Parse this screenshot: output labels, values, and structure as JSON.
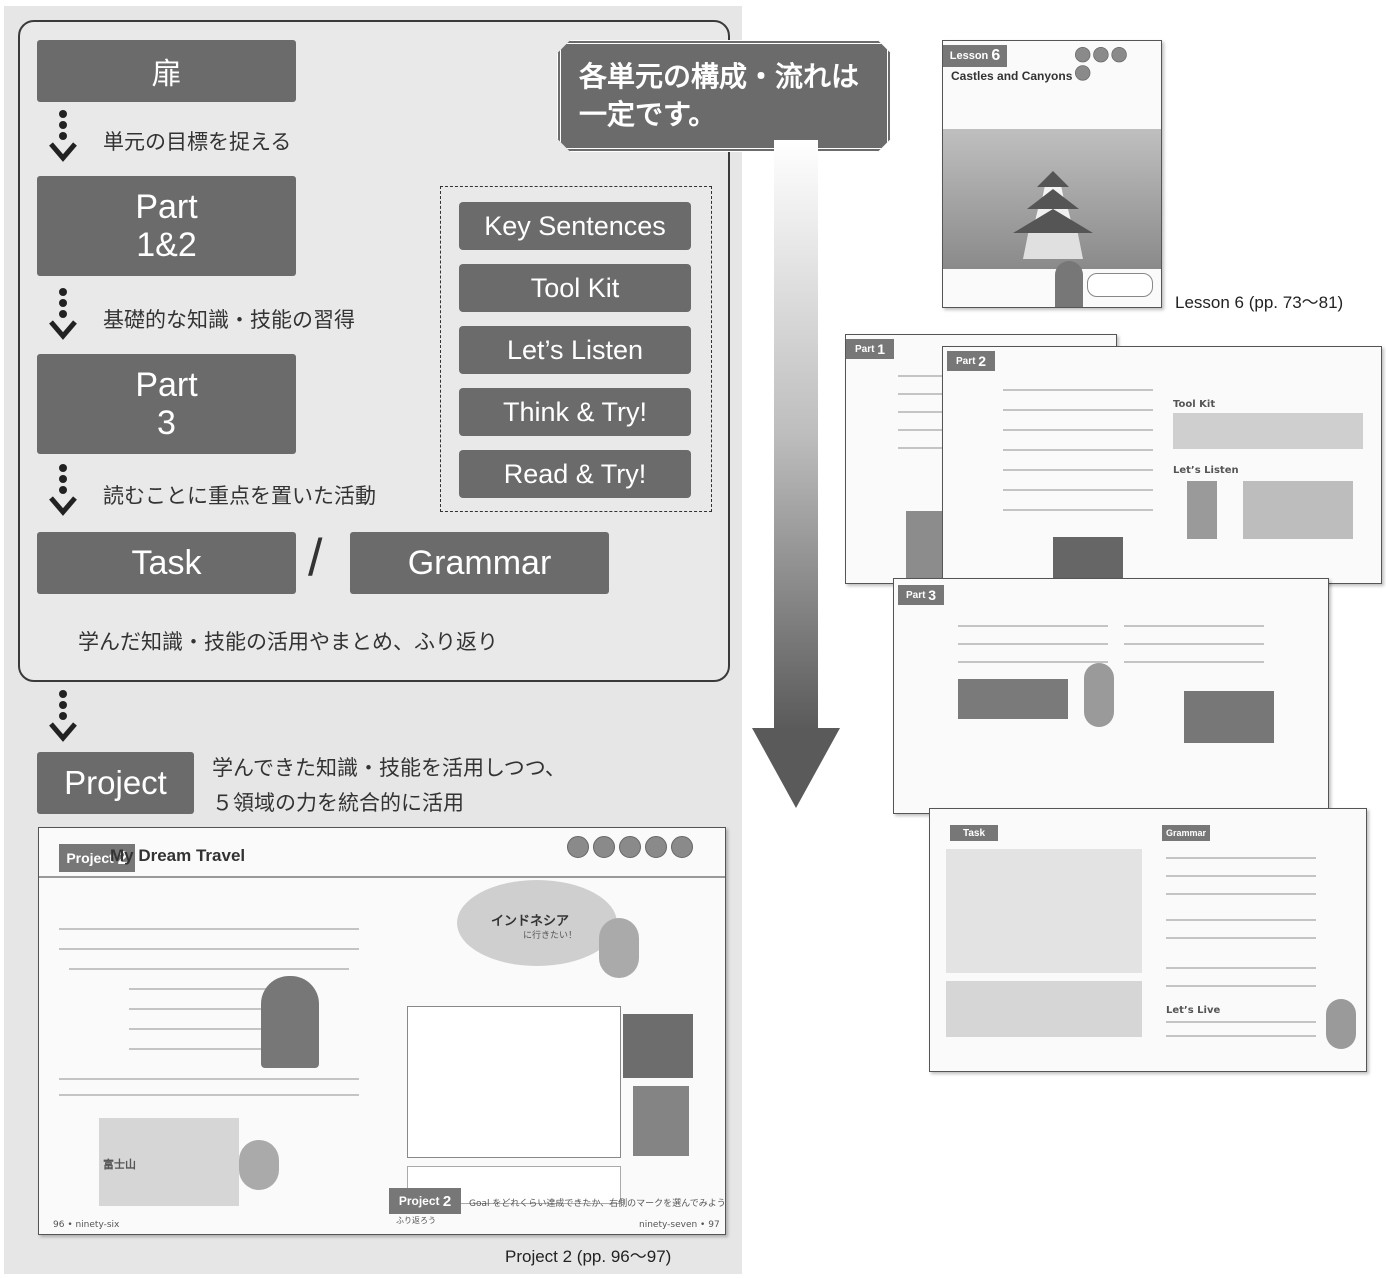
{
  "flow": {
    "tobira": "扉",
    "step1_caption": "単元の目標を捉える",
    "part12": "Part\n1&2",
    "step2_caption": "基礎的な知識・技能の習得",
    "part3": "Part\n3",
    "step3_caption": "読むことに重点を置いた活動",
    "task": "Task",
    "slash": "/",
    "grammar": "Grammar",
    "summary_caption": "学んだ知識・技能の活用やまとめ、ふり返り"
  },
  "activities": [
    "Key Sentences",
    "Tool Kit",
    "Let’s Listen",
    "Think & Try!",
    "Read & Try!"
  ],
  "callout": "各単元の構成・流れは\n一定です。",
  "project": {
    "label": "Project",
    "caption_line1": "学んできた知識・技能を活用しつつ、",
    "caption_line2": "５領域の力を統合的に活用",
    "page_label": "Project 2 (pp. 96〜97)",
    "thumb_tab": "Project",
    "thumb_num": "2",
    "thumb_title": "My Dream Travel",
    "bubble_text": "インドネシア",
    "bubble_sub": "に行きたい！",
    "footer_tab": "Project",
    "footer_num": "2",
    "footer_sub": "ふり返ろう",
    "footer_goal": "Goal をどれくらい達成できたか、右側のマークを選んでみよう。",
    "place_label": "富士山",
    "page_left": "96 • ninety-six",
    "page_right": "ninety-seven • 97"
  },
  "lesson": {
    "tab": "Lesson",
    "num": "6",
    "title": "Castles and Canyons",
    "page_label": "Lesson 6 (pp. 73〜81)"
  },
  "thumbs": {
    "part1": "Part",
    "part1_num": "1",
    "part2": "Part",
    "part2_num": "2",
    "part3": "Part",
    "part3_num": "3",
    "task": "Task",
    "grammar": "Grammar",
    "tool_kit": "Tool Kit",
    "lets_listen": "Let’s Listen",
    "lets_live": "Let’s Live"
  }
}
